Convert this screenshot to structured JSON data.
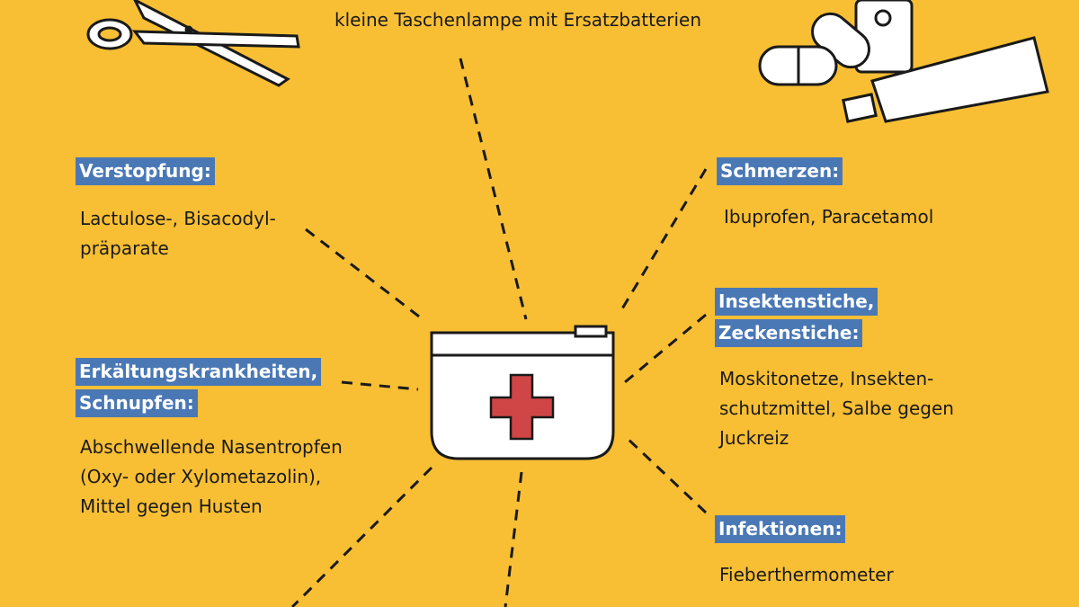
{
  "top": {
    "text": "kleine Taschenlampe mit Ersatzbatterien"
  },
  "left": [
    {
      "heading": [
        "Verstopfung:"
      ],
      "body": [
        "Lactulose-, Bisacodyl-",
        "präparate"
      ]
    },
    {
      "heading": [
        "Erkältungskrankheiten,",
        "Schnupfen:"
      ],
      "body": [
        "Abschwellende Nasentropfen",
        "(Oxy- oder Xylometazolin),",
        "Mittel gegen Husten"
      ]
    }
  ],
  "right": [
    {
      "heading": [
        "Schmerzen:"
      ],
      "body": [
        "Ibuprofen, Paracetamol"
      ]
    },
    {
      "heading": [
        "Insektenstiche,",
        "Zeckenstiche:"
      ],
      "body": [
        "Moskitonetze, Insekten-",
        "schutzmittel, Salbe gegen",
        "Juckreiz"
      ]
    },
    {
      "heading": [
        "Infektionen:"
      ],
      "body": [
        "Fieberthermometer"
      ]
    }
  ],
  "colors": {
    "background": "#F8BF35",
    "label": "#4A78B5",
    "cross": "#D04545"
  },
  "icons": [
    "scissors-icon",
    "first-aid-kit-icon",
    "pills-and-ointment-icon"
  ]
}
